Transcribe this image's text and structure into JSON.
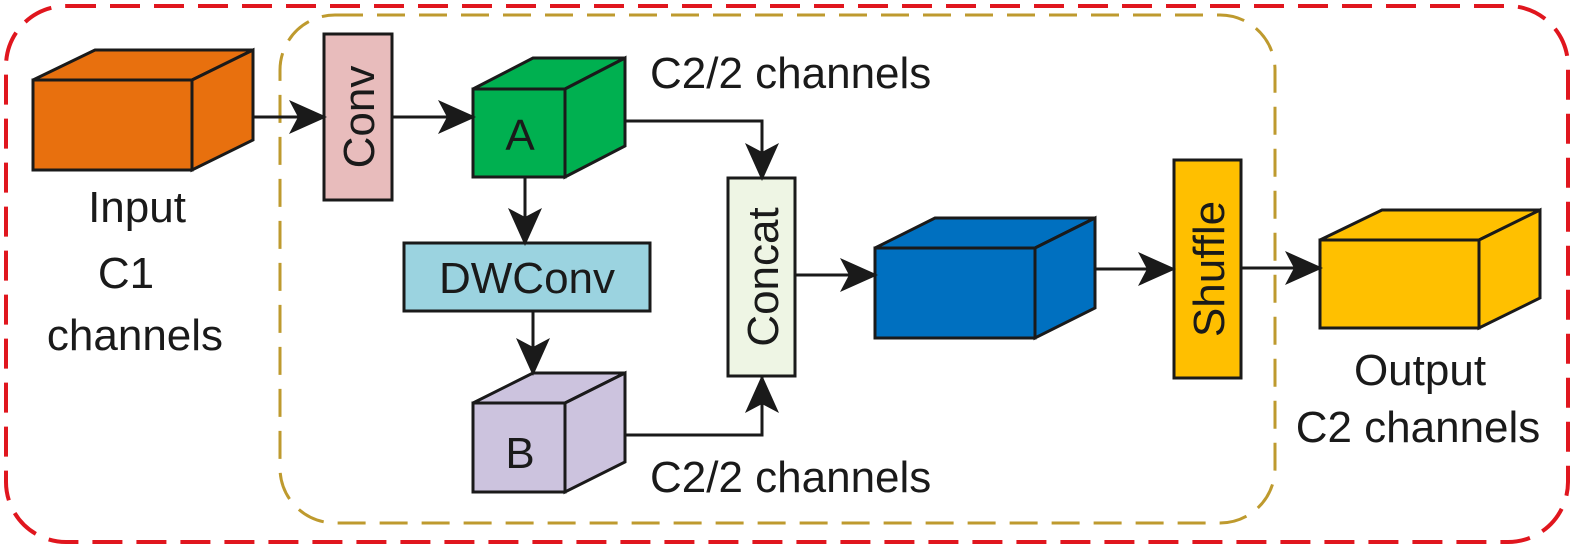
{
  "nodes": {
    "input": {
      "lines": [
        "Input",
        "C1",
        "channels"
      ],
      "front": "#E8700E",
      "top": "#E8700E",
      "side": "#E8700E"
    },
    "conv": {
      "label": "Conv",
      "fill": "#E8BCBC"
    },
    "a": {
      "label": "A",
      "fill": "#00B050"
    },
    "a_channels": {
      "label": "C2/2 channels"
    },
    "dwconv": {
      "label": "DWConv",
      "fill": "#9BD3E0"
    },
    "b": {
      "label": "B",
      "fill": "#CCC3DE"
    },
    "b_channels": {
      "label": "C2/2 channels"
    },
    "concat": {
      "label": "Concat",
      "fill": "#EEF5E4"
    },
    "mid": {
      "fill": "#0070C0"
    },
    "shuffle": {
      "label": "Shuffle",
      "fill": "#FFBF00"
    },
    "output": {
      "lines": [
        "Output",
        "C2 channels"
      ],
      "fill": "#FFC000"
    }
  },
  "colors": {
    "outer_border": "#E0161E",
    "inner_border": "#BE9A2E",
    "stroke": "#1a1a1a"
  }
}
